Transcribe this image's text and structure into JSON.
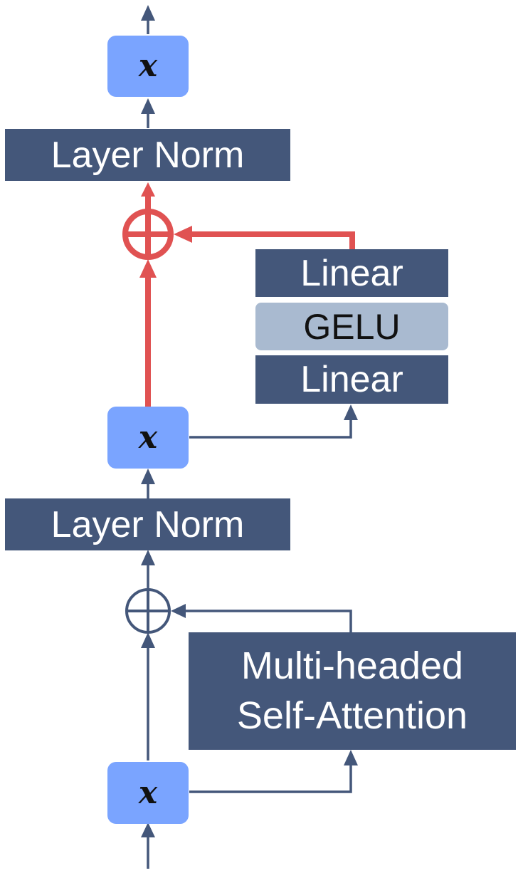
{
  "diagram": {
    "top_block": {
      "output_label": "x",
      "layer_norm_label": "Layer Norm"
    },
    "ffn": {
      "linear_top_label": "Linear",
      "activation_label": "GELU",
      "linear_bottom_label": "Linear"
    },
    "middle_block": {
      "x_label": "x",
      "layer_norm_label": "Layer Norm"
    },
    "attention": {
      "line1": "Multi-headed",
      "line2": "Self-Attention"
    },
    "input_block": {
      "x_label": "x"
    },
    "colors": {
      "dark_box": "#44577a",
      "light_box": "#a9bad0",
      "x_box": "#7aa4ff",
      "wire": "#44577a",
      "highlight": "#e05252"
    }
  }
}
